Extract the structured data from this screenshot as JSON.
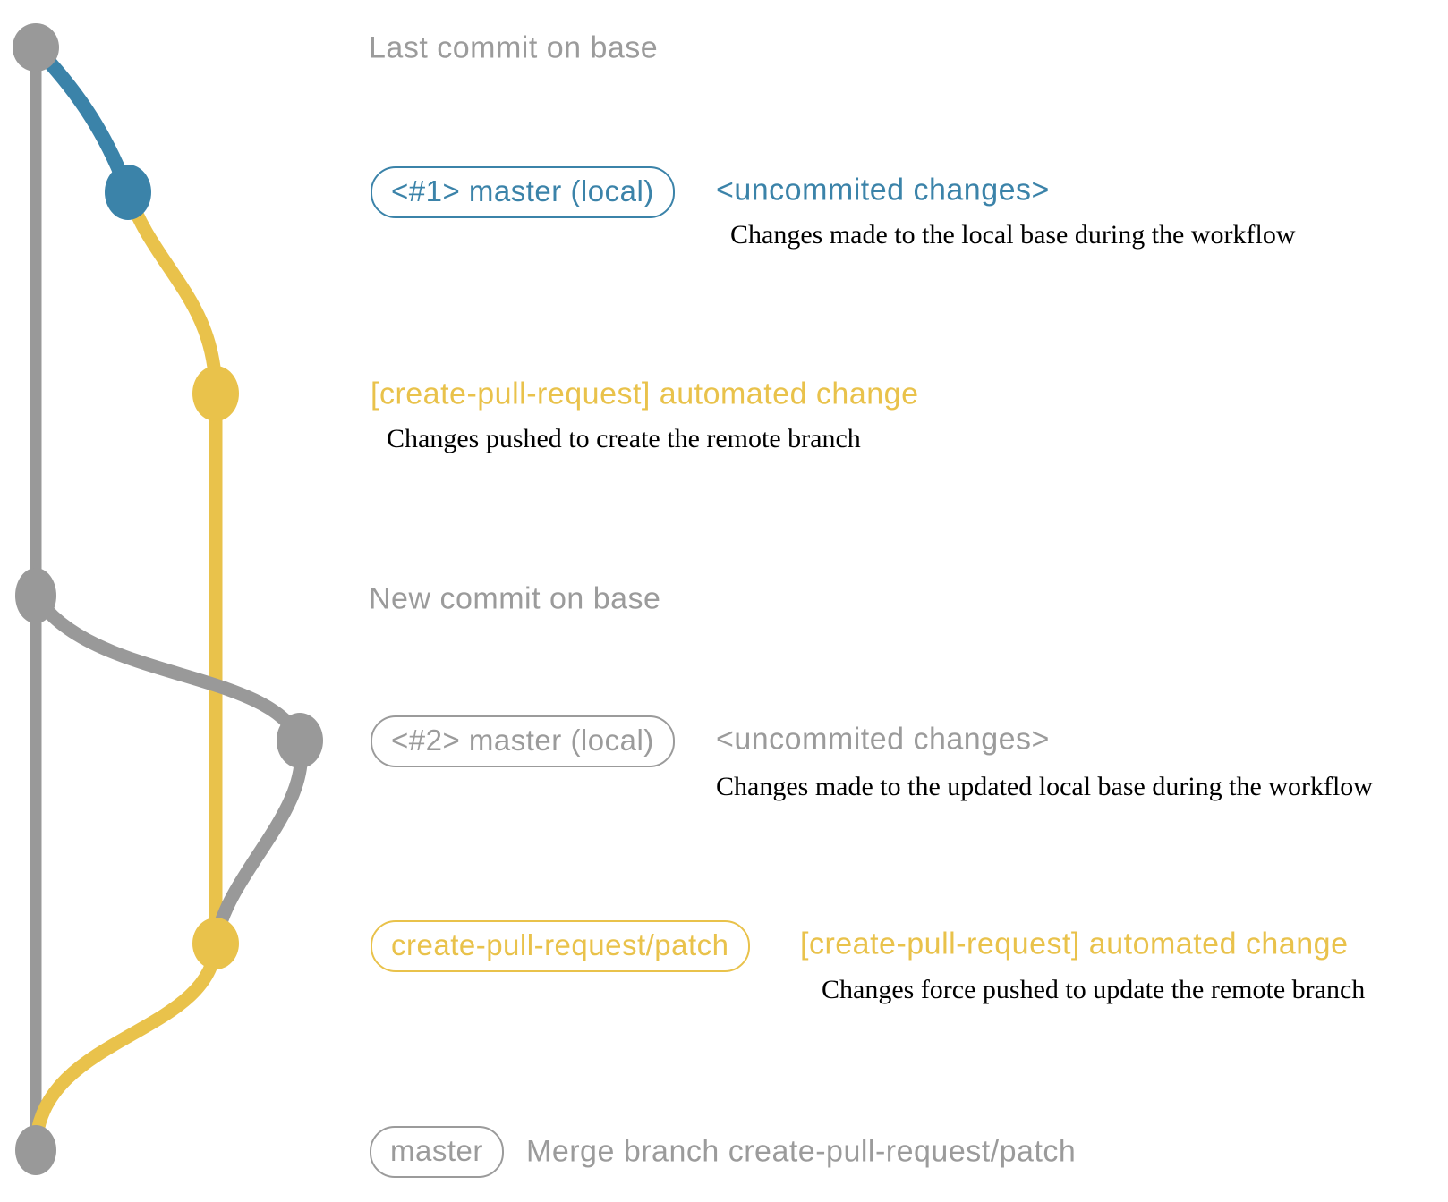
{
  "colors": {
    "base_gray": "#999999",
    "label_gray": "#9b9b9b",
    "blue": "#3b83a9",
    "yellow": "#e9c24b",
    "description_black": "#000000"
  },
  "rows": {
    "last_commit": {
      "label": "Last commit on base"
    },
    "commit1": {
      "badge": "<#1> master (local)",
      "annotation": "<uncommited changes>",
      "description": "Changes made to the local base during the workflow"
    },
    "push1": {
      "annotation": "[create-pull-request] automated change",
      "description": "Changes pushed to create the remote branch"
    },
    "new_commit": {
      "label": "New commit on base"
    },
    "commit2": {
      "badge": "<#2> master (local)",
      "annotation": "<uncommited changes>",
      "description": "Changes made to the updated local base during the workflow"
    },
    "push2": {
      "badge": "create-pull-request/patch",
      "annotation": "[create-pull-request] automated change",
      "description": "Changes force pushed to update the remote branch"
    },
    "merge": {
      "badge": "master",
      "label": "Merge branch create-pull-request/patch"
    }
  },
  "graph": {
    "branches": [
      {
        "name": "base",
        "color": "#999999"
      },
      {
        "name": "local-master-1",
        "color": "#3b83a9"
      },
      {
        "name": "create-pull-request-patch",
        "color": "#e9c24b"
      },
      {
        "name": "local-master-2",
        "color": "#999999"
      }
    ],
    "nodes": [
      {
        "name": "last-commit-on-base",
        "branch": "base"
      },
      {
        "name": "commit-1-local-master",
        "branch": "local-master-1"
      },
      {
        "name": "push-1-create-pull-request",
        "branch": "create-pull-request-patch"
      },
      {
        "name": "new-commit-on-base",
        "branch": "base"
      },
      {
        "name": "commit-2-local-master",
        "branch": "local-master-2"
      },
      {
        "name": "push-2-create-pull-request",
        "branch": "create-pull-request-patch"
      },
      {
        "name": "merge-commit-on-base",
        "branch": "base"
      }
    ]
  }
}
